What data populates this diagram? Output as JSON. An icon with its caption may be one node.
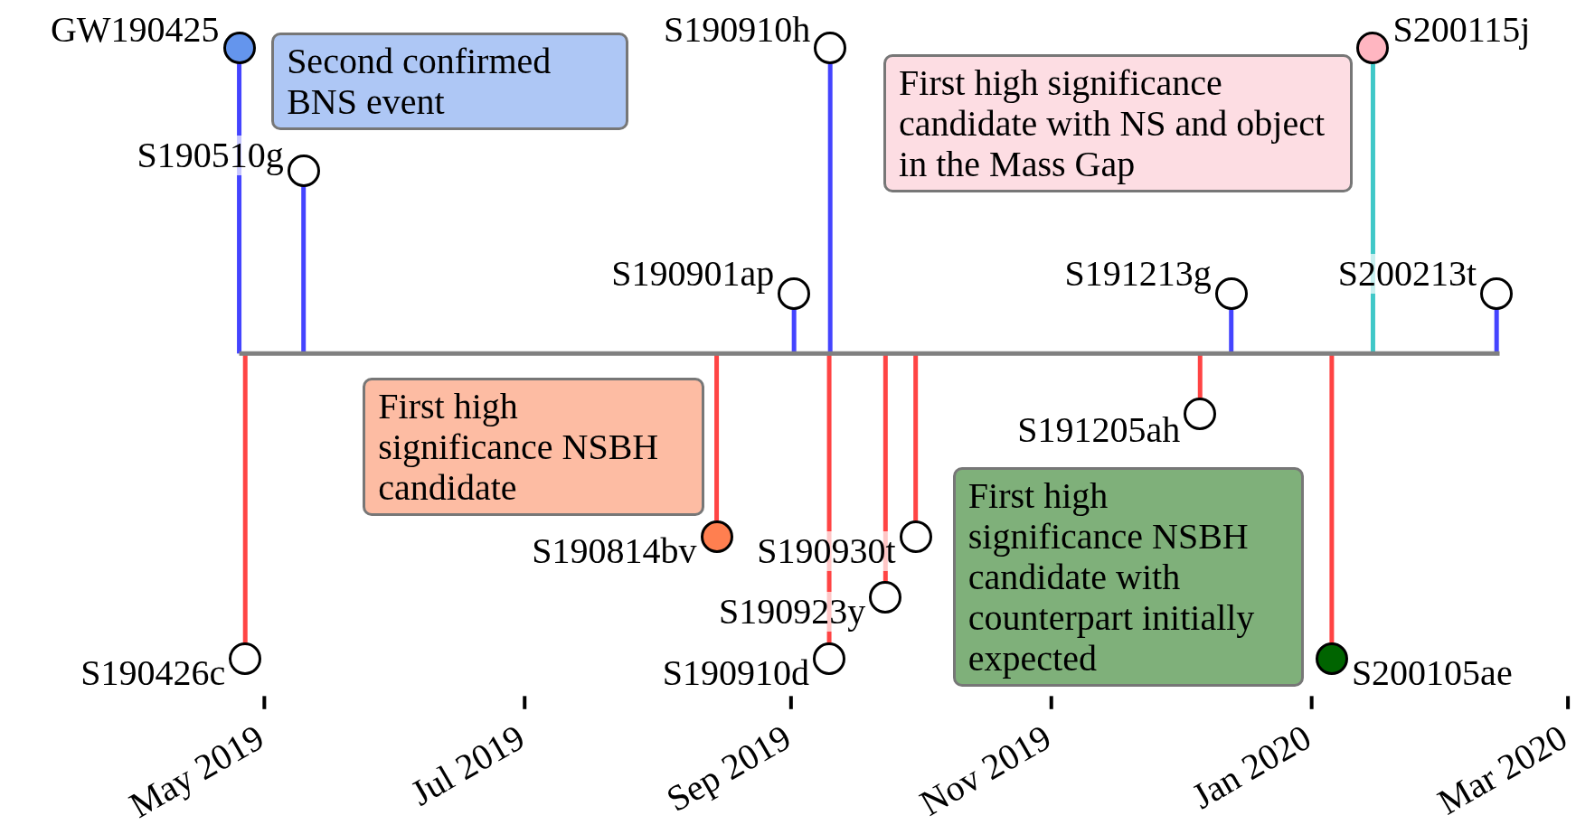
{
  "diagram": {
    "nodes": [
      {
        "text": [
          "GW190425"
        ]
      },
      {
        "text": [
          "Second confirmed BNS event"
        ]
      },
      {
        "text": [
          "S190510g"
        ]
      },
      {
        "text": [
          "S190910h"
        ]
      },
      {
        "text": [
          "First high significance candidate with NS and object in the Mass Gap"
        ]
      },
      {
        "text": [
          "S200115j"
        ]
      },
      {
        "text": [
          "S190901ap"
        ]
      },
      {
        "text": [
          "S191213g"
        ]
      },
      {
        "text": [
          "S200213t"
        ]
      },
      {
        "text": [
          "First high significance NSBH candidate"
        ]
      },
      {
        "text": [
          "S191205ah"
        ]
      },
      {
        "text": [
          "First high significance NSBH candidate with counterpart initially expected"
        ]
      },
      {
        "text": [
          "S190814bv"
        ]
      },
      {
        "text": [
          "S190930t"
        ]
      },
      {
        "text": [
          "S190923y"
        ]
      },
      {
        "text": [
          "S190426c"
        ]
      },
      {
        "text": [
          "S190910d"
        ]
      },
      {
        "text": [
          "S200105ae"
        ]
      }
    ],
    "edges": [],
    "labels": [
      "May 2019",
      "Jul 2019",
      "Sep 2019",
      "Nov 2019",
      "Jan 2020",
      "Mar 2020"
    ]
  }
}
